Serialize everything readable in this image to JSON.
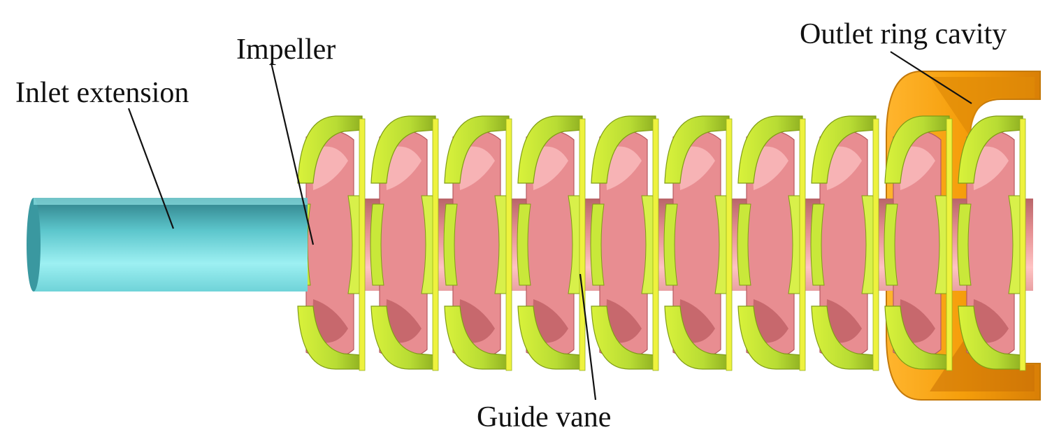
{
  "labels": {
    "inlet": "Inlet extension",
    "impeller": "Impeller",
    "guide_vane": "Guide vane",
    "outlet": "Outlet ring cavity"
  },
  "stage_count": 10,
  "colors": {
    "background": "#ffffff",
    "inlet_pipe": "#7fe3e6",
    "impeller": "#f2a0a0",
    "guide_vane": "#cfec44",
    "outlet_ring": "#f5a623",
    "leader_line": "#111111"
  }
}
